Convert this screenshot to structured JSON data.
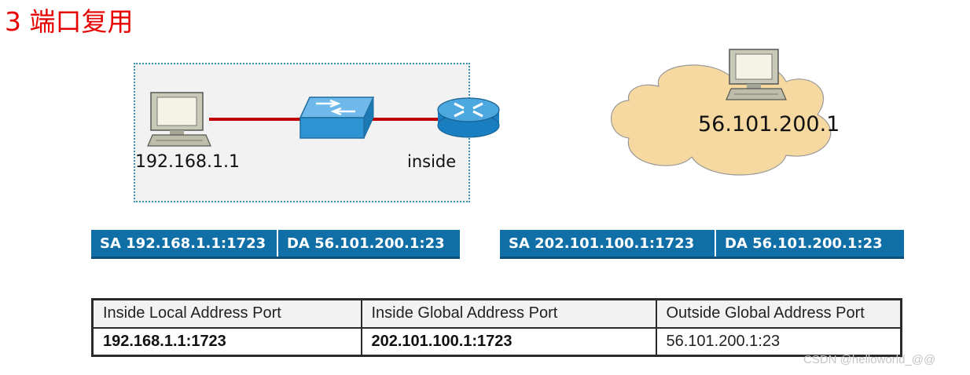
{
  "title": "3 端口复用",
  "diagram": {
    "pc_ip": "192.168.1.1",
    "inside_label": "inside",
    "server_ip": "56.101.200.1",
    "colors": {
      "link": "#c00000",
      "lan_bg": "#f2f2f2",
      "lan_border": "#3a8fb0",
      "cloud": "#f6d9a0",
      "header_bg": "#0f6fa6"
    }
  },
  "packet_inside": {
    "sa": "SA 192.168.1.1:1723",
    "da": "DA 56.101.200.1:23"
  },
  "packet_outside": {
    "sa": "SA 202.101.100.1:1723",
    "da": "DA 56.101.200.1:23"
  },
  "nat_table": {
    "headers": [
      "Inside Local Address Port",
      "Inside Global Address Port",
      "Outside Global Address Port"
    ],
    "row": [
      "192.168.1.1:1723",
      "202.101.100.1:1723",
      "56.101.200.1:23"
    ]
  },
  "watermark": "CSDN @helloworld_@@"
}
